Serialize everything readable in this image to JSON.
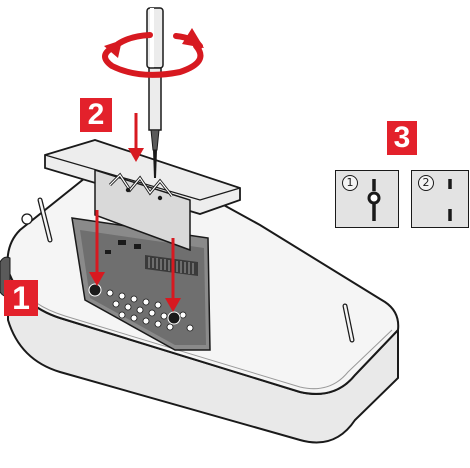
{
  "steps": {
    "step1": "1",
    "step2": "2",
    "step3": "3"
  },
  "variants": [
    {
      "number": "1",
      "symbol": "jumper-closed-icon"
    },
    {
      "number": "2",
      "symbol": "jumper-open-icon"
    }
  ],
  "colors": {
    "badge": "#e3212b",
    "housing": "#f5f5f5",
    "outline": "#1a1a1a",
    "arrow": "#d71920",
    "pcb": "#6f6f6f"
  }
}
